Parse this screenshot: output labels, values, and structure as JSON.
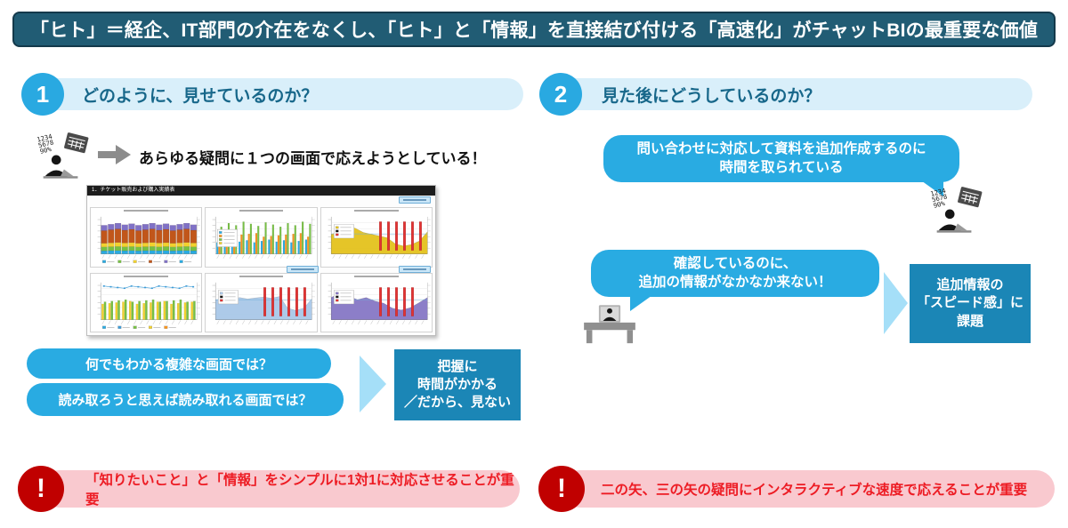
{
  "banner": {
    "text": "「ヒト」＝経企、IT部門の介在をなくし、「ヒト」と「情報」を直接結び付ける「高速化」がチャットBIの最重要な価値"
  },
  "left": {
    "number": "1",
    "title": "どのように、見せているのか？",
    "claim": "あらゆる疑問に１つの画面で応えようとしている！",
    "question1": "何でもわかる複雑な画面では？",
    "question2": "読み取ろうと思えば読み取れる画面では？",
    "conclusion": "把握に\n時間がかかる\n／だから、見ない"
  },
  "right": {
    "number": "2",
    "title": "見た後にどうしているのか？",
    "bubble1": "問い合わせに対応して資料を追加作成するのに\n時間を取られている",
    "bubble2": "確認しているのに、\n追加の情報がなかなか来ない！",
    "conclusion": "追加情報の\n「スピード感」に\n課題"
  },
  "footer": {
    "left": {
      "mark": "!",
      "text": "「知りたいこと」と「情報」をシンプルに1対1に対応させることが重要"
    },
    "right": {
      "mark": "!",
      "text": "二の矢、三の矢の疑問にインタラクティブな速度で応えることが重要"
    }
  },
  "dashboard": {
    "title": "1．チケット販売および購入実績表",
    "charts": [
      {
        "type": "stacked-bar",
        "colors": [
          "#29ABE2",
          "#76C043",
          "#F2D12E",
          "#C1561A",
          "#8071C6"
        ],
        "layers": [
          0.1,
          0.12,
          0.12,
          0.4,
          0.17
        ],
        "bars": 14
      },
      {
        "type": "grouped-bar",
        "colors": [
          "#29ABE2",
          "#F7941D",
          "#76C043"
        ],
        "groups": 13
      },
      {
        "type": "area-red-bars",
        "area": "#E4C21C",
        "profile": [
          0.55,
          0.62,
          0.78,
          0.72,
          0.6,
          0.55,
          0.5,
          0.45,
          0.28,
          0.22,
          0.26,
          0.36,
          0.62
        ],
        "redBars": 6
      },
      {
        "type": "bar-line",
        "colors": [
          "#F2D12E",
          "#76C043"
        ],
        "line": "#3D9BD6",
        "groups": 14
      },
      {
        "type": "area-red-bars",
        "area": "#A9C7E8",
        "profile": [
          0.55,
          0.6,
          0.57,
          0.62,
          0.58,
          0.61,
          0.63,
          0.6,
          0.65,
          0.32,
          0.26,
          0.32,
          0.58
        ],
        "redBars": 6
      },
      {
        "type": "area-red-bars",
        "area": "#8677C5",
        "profile": [
          0.62,
          0.76,
          0.66,
          0.56,
          0.62,
          0.52,
          0.46,
          0.32,
          0.27,
          0.33,
          0.47,
          0.62
        ],
        "redBars": 5
      }
    ]
  },
  "colors": {
    "accent": "#29ABE2",
    "banner": "#215C74",
    "box": "#1B86B6",
    "arrow": "#A5DFF8",
    "alertCircle": "#C00000",
    "alertPill": "#F9C9CF",
    "alertText": "#ED1C24"
  }
}
